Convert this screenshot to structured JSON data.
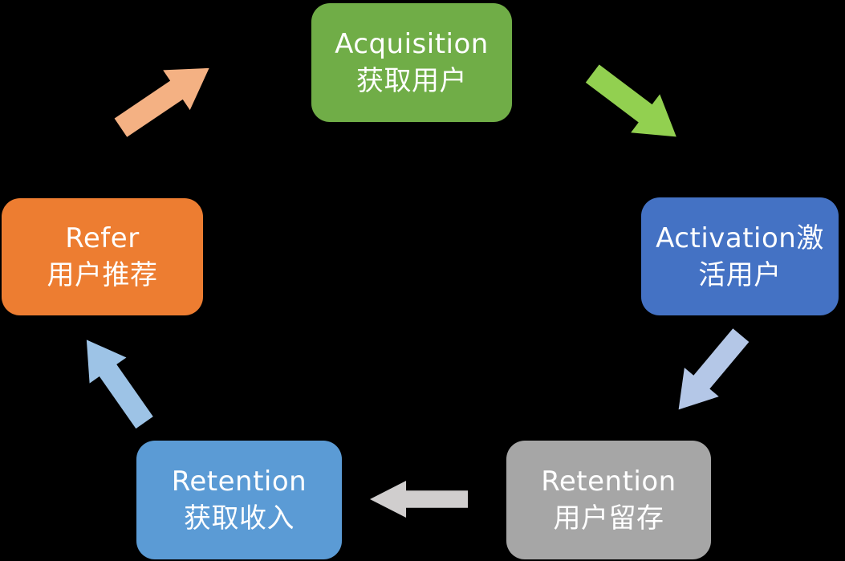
{
  "background_color": "#000000",
  "text_color": "#FFFFFF",
  "nodes": [
    {
      "id": "acquisition",
      "lines": [
        "Acquisition",
        "获取用户"
      ],
      "color": "#70AD47"
    },
    {
      "id": "activation",
      "lines": [
        "Activation激",
        "活用户"
      ],
      "color": "#4472C4"
    },
    {
      "id": "retention",
      "lines": [
        "Retention",
        "用户留存"
      ],
      "color": "#A6A6A6"
    },
    {
      "id": "revenue",
      "lines": [
        "Retention",
        "获取收入"
      ],
      "color": "#5B9BD5"
    },
    {
      "id": "refer",
      "lines": [
        "Refer",
        "用户推荐"
      ],
      "color": "#ED7D31"
    }
  ],
  "arrows": [
    {
      "id": "refer-to-acquisition",
      "color": "#F4B183"
    },
    {
      "id": "acquisition-to-activation",
      "color": "#92D050"
    },
    {
      "id": "activation-to-retention",
      "color": "#B4C7E7"
    },
    {
      "id": "retention-to-revenue",
      "color": "#D0CECE"
    },
    {
      "id": "revenue-to-refer",
      "color": "#9DC3E6"
    }
  ]
}
